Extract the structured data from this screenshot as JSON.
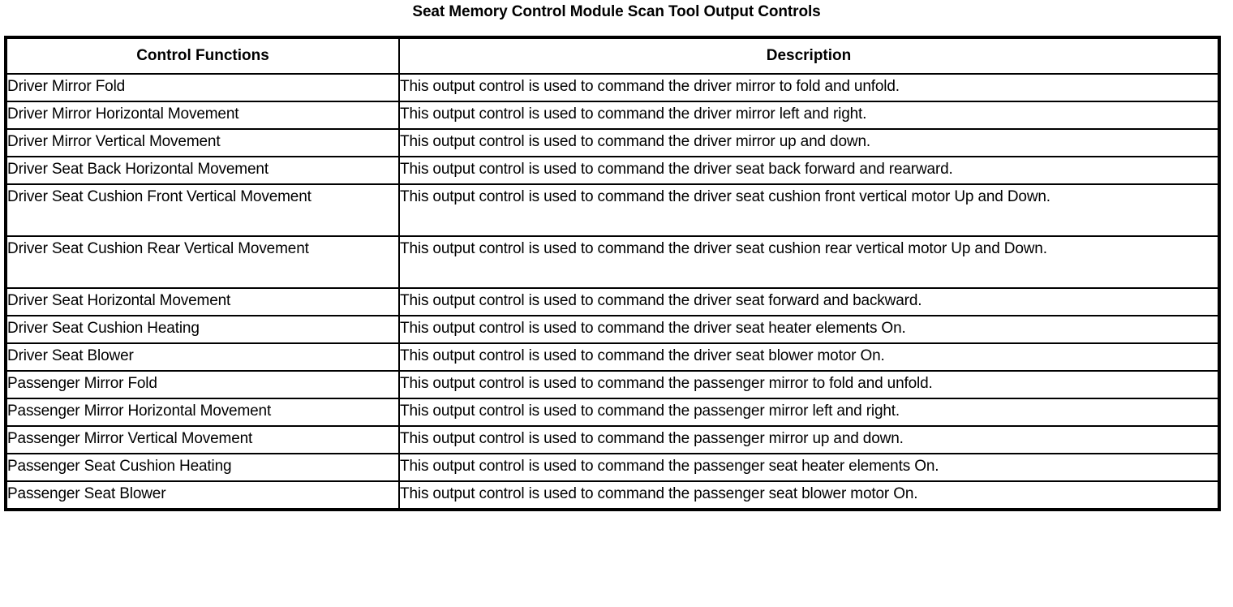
{
  "document": {
    "title": "Seat Memory Control Module Scan Tool Output Controls"
  },
  "table": {
    "headers": {
      "control_functions": "Control Functions",
      "description": "Description"
    },
    "rows": [
      {
        "function": "Driver Mirror Fold",
        "description": "This output control is used to command the driver mirror to fold and unfold.",
        "lines": 1
      },
      {
        "function": "Driver Mirror Horizontal Movement",
        "description": "This output control is used to command the driver mirror left and right.",
        "lines": 1
      },
      {
        "function": "Driver Mirror Vertical Movement",
        "description": "This output control is used to command the driver mirror up and down.",
        "lines": 1
      },
      {
        "function": "Driver Seat Back Horizontal Movement",
        "description": "This output control is used to command the driver seat back forward and rearward.",
        "lines": 1
      },
      {
        "function": "Driver Seat Cushion Front Vertical Movement",
        "description": "This output control is used to command the driver seat cushion front vertical motor Up and Down.",
        "lines": 2
      },
      {
        "function": "Driver Seat Cushion Rear Vertical Movement",
        "description": "This output control is used to command the driver seat cushion rear vertical motor Up and Down.",
        "lines": 2
      },
      {
        "function": "Driver Seat Horizontal Movement",
        "description": "This output control is used to command the driver seat forward and backward.",
        "lines": 1
      },
      {
        "function": "Driver Seat Cushion Heating",
        "description": "This output control is used to command the driver seat heater elements On.",
        "lines": 1
      },
      {
        "function": "Driver Seat Blower",
        "description": "This output control is used to command the driver seat blower motor On.",
        "lines": 1
      },
      {
        "function": "Passenger Mirror Fold",
        "description": "This output control is used to command the passenger mirror to fold and unfold.",
        "lines": 1
      },
      {
        "function": "Passenger Mirror Horizontal Movement",
        "description": "This output control is used to command the passenger mirror left and right.",
        "lines": 1
      },
      {
        "function": "Passenger Mirror Vertical Movement",
        "description": "This output control is used to command the passenger mirror up and down.",
        "lines": 1
      },
      {
        "function": "Passenger Seat Cushion Heating",
        "description": "This output control is used to command the passenger seat heater elements On.",
        "lines": 1
      },
      {
        "function": "Passenger Seat Blower",
        "description": "This output control is used to command the passenger seat blower motor On.",
        "lines": 1
      }
    ]
  },
  "colors": {
    "text": "#000000",
    "background": "#ffffff",
    "border": "#000000"
  }
}
